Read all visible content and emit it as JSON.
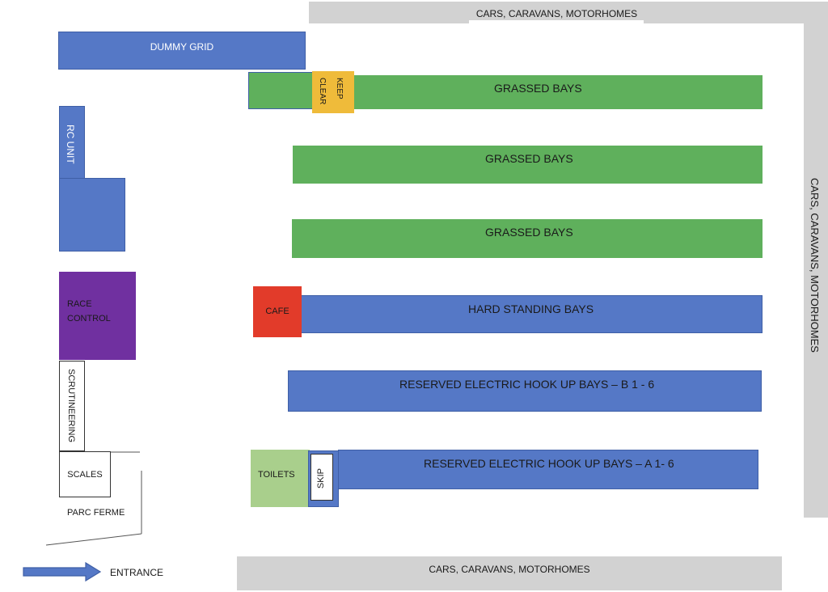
{
  "parking": {
    "top": "CARS, CARAVANS, MOTORHOMES",
    "right": "CARS, CARAVANS, MOTORHOMES",
    "bottom": "CARS, CARAVANS, MOTORHOMES"
  },
  "dummy_grid": "DUMMY GRID",
  "keep_clear": {
    "line1": "KEEP",
    "line2": "CLEAR"
  },
  "grassed_bays": [
    "GRASSED BAYS",
    "GRASSED BAYS",
    "GRASSED BAYS"
  ],
  "rc_unit": "RC UNIT",
  "race_control": {
    "line1": "RACE",
    "line2": "CONTROL"
  },
  "cafe": "CAFE",
  "hard_standing": "HARD STANDING BAYS",
  "reserved_b": "RESERVED ELECTRIC HOOK UP BAYS – B 1 - 6",
  "reserved_a": "RESERVED ELECTRIC HOOK UP BAYS – A 1- 6",
  "scrutineering": "SCRUTINEERING",
  "scales": "SCALES",
  "parc_ferme": "PARC FERME",
  "toilets": "TOILETS",
  "skip": "SKIP",
  "entrance": "ENTRANCE",
  "colors": {
    "blue": "#5578c6",
    "green": "#5fb05c",
    "light_green": "#a9cf8c",
    "yellow": "#efbb3a",
    "red": "#e23b2a",
    "purple": "#7030a0",
    "gray": "#d2d2d2"
  }
}
